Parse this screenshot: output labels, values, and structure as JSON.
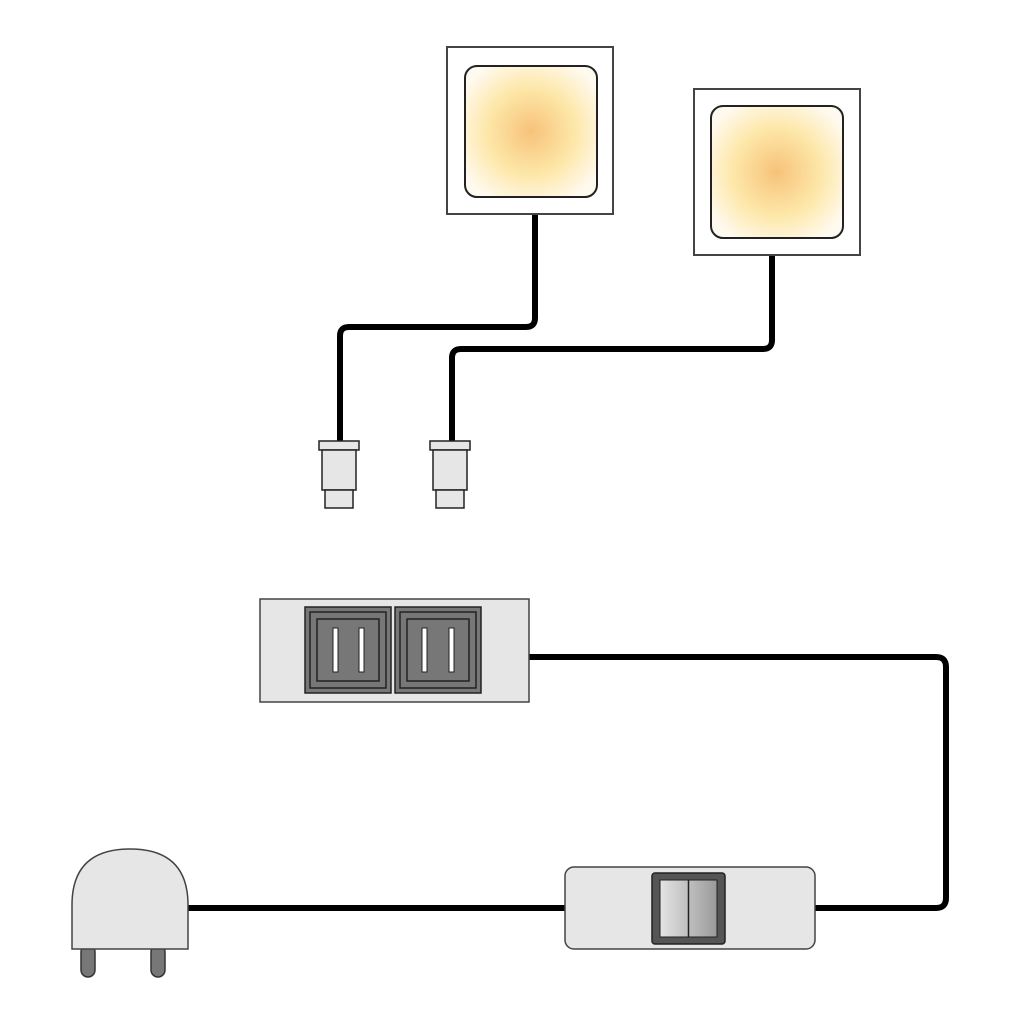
{
  "diagram": {
    "components": [
      "led-light-1",
      "led-light-2",
      "connector-1",
      "connector-2",
      "socket-strip",
      "inline-switch",
      "mains-plug"
    ],
    "colors": {
      "cable": "#000000",
      "housing": "#e6e6e6",
      "socket": "#777777",
      "glow_center": "#f7c27a",
      "glow_edge": "#fff8e8"
    }
  }
}
